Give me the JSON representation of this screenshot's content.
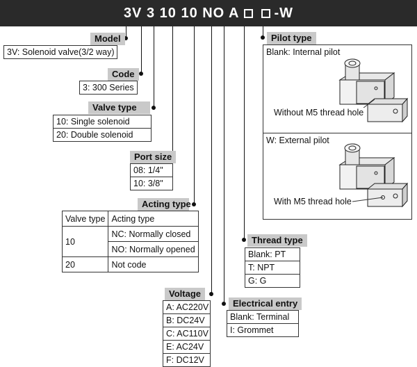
{
  "header": {
    "code_prefix": "3V 3 10 10 NO A",
    "code_suffix": "-W"
  },
  "model": {
    "label": "Model",
    "value": "3V: Solenoid valve(3/2 way)"
  },
  "code": {
    "label": "Code",
    "value": "3: 300 Series"
  },
  "valve_type": {
    "label": "Valve type",
    "options": [
      "10: Single solenoid",
      "20: Double solenoid"
    ]
  },
  "port_size": {
    "label": "Port size",
    "options": [
      "08: 1/4\"",
      "10: 3/8\""
    ]
  },
  "acting_type": {
    "label": "Acting type",
    "col1": "Valve type",
    "col2": "Acting type",
    "v10": "10",
    "nc": "NC: Normally closed",
    "no": "NO: Normally opened",
    "v20": "20",
    "not_code": "Not code"
  },
  "voltage": {
    "label": "Voltage",
    "options": [
      "A: AC220V",
      "B: DC24V",
      "C: AC110V",
      "E: AC24V",
      "F: DC12V"
    ]
  },
  "electrical_entry": {
    "label": "Electrical entry",
    "options": [
      "Blank: Terminal",
      "I: Grommet"
    ]
  },
  "thread_type": {
    "label": "Thread type",
    "options": [
      "Blank: PT",
      "T: NPT",
      "G: G"
    ]
  },
  "pilot_type": {
    "label": "Pilot type",
    "internal": "Blank: Internal pilot",
    "internal_note": "Without M5 thread hole",
    "external": "W: External pilot",
    "external_note": "With M5 thread hole"
  }
}
